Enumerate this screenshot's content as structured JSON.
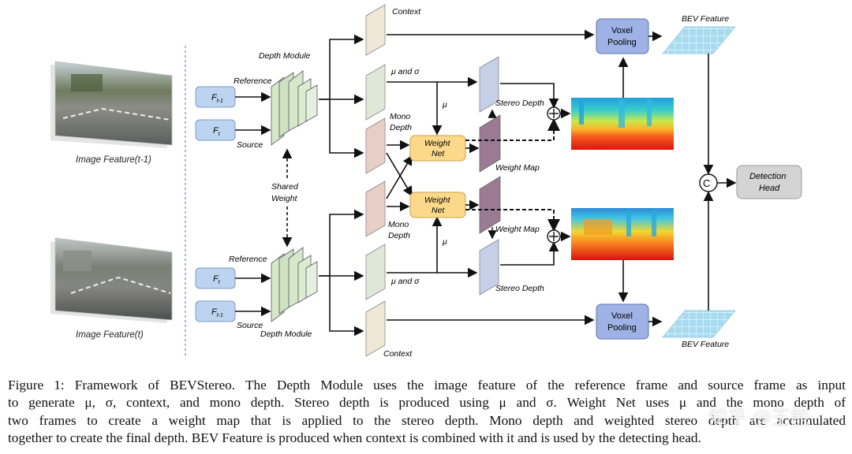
{
  "figure": {
    "images": [
      {
        "label": "Image Feature(t-1)"
      },
      {
        "label": "Image Feature(t)"
      }
    ],
    "inputs": {
      "top_ref": "F",
      "top_ref_sub": "t-1",
      "top_src": "F",
      "top_src_sub": "t",
      "bot_ref": "F",
      "bot_ref_sub": "t",
      "bot_src": "F",
      "bot_src_sub": "t-1"
    },
    "labels": {
      "reference": "Reference",
      "source": "Source",
      "depth_module": "Depth Module",
      "shared_weight_1": "Shared",
      "shared_weight_2": "Weight",
      "context": "Context",
      "mu_sigma": "μ and σ",
      "mu": "μ",
      "mono_depth_1": "Mono",
      "mono_depth_2": "Depth",
      "stereo_depth": "Stereo Depth",
      "weight_map": "Weight Map",
      "weight_net_1": "Weight",
      "weight_net_2": "Net",
      "voxel_pooling_1": "Voxel",
      "voxel_pooling_2": "Pooling",
      "bev_feature": "BEV Feature",
      "concat": "C",
      "detection_head_1": "Detection",
      "detection_head_2": "Head"
    },
    "colors": {
      "input_box": "#bcd4ef",
      "weight_net": "#fcd98a",
      "voxel_pooling": "#9fb2e6",
      "detection_head": "#d4d4d4",
      "bev_grid": "#a8daf0",
      "context_plane": "#efe8d6",
      "mu_plane": "#dfe8d8",
      "mono_plane": "#e8cfc6",
      "stereo_plane": "#c6cfe8",
      "weight_map_plane": "#9b7a94"
    }
  },
  "watermark": "知乎 @王能",
  "caption": {
    "lines": [
      "Figure 1: Framework of BEVStereo. The Depth Module uses the image feature of the reference frame and source frame as input",
      "to generate μ, σ, context, and mono depth. Stereo depth is produced using μ and σ. Weight Net uses μ and the mono depth of",
      "two frames to create a weight map that is applied to the stereo depth. Mono depth and weighted stereo depth are accumulated",
      "together to create the final depth. BEV Feature is produced when context is combined with it and is used by the detecting head."
    ]
  }
}
